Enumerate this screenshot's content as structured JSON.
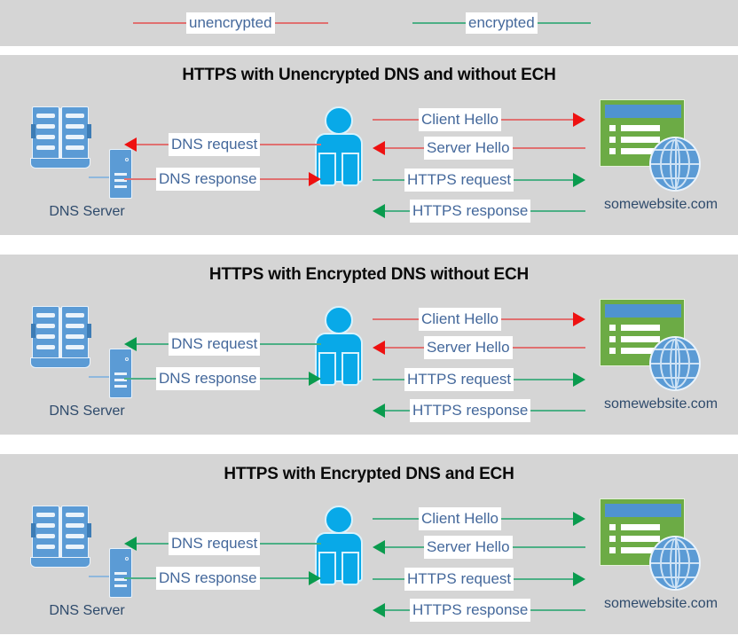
{
  "colors": {
    "page_bg": "#ffffff",
    "panel_bg": "#d5d5d5",
    "unencrypted_line": "#e07070",
    "unencrypted_head": "#ee1111",
    "encrypted_line": "#4caf85",
    "encrypted_head": "#0a9b4e",
    "label_text": "#44689b",
    "caption_text": "#2e4a6b",
    "title_text": "#0a0a0a",
    "person_blue": "#08a9e8",
    "icon_blue": "#5b9bd5",
    "site_green": "#6cab45",
    "site_bar_blue": "#4f93d0"
  },
  "legend": {
    "items": [
      {
        "label": "unencrypted",
        "type": "unencrypted"
      },
      {
        "label": "encrypted",
        "type": "encrypted"
      }
    ]
  },
  "nodes": {
    "dns_server_caption": "DNS Server",
    "website_caption": "somewebsite.com",
    "user_icon": "person-icon",
    "dns_icon": "book-and-server-icon",
    "website_icon": "browser-window-globe-icon"
  },
  "panels": [
    {
      "id": "panel-1",
      "title": "HTTPS with Unencrypted DNS and without ECH",
      "dns_flows": [
        {
          "label": "DNS request",
          "direction": "left",
          "type": "unencrypted"
        },
        {
          "label": "DNS response",
          "direction": "right",
          "type": "unencrypted"
        }
      ],
      "web_flows": [
        {
          "label": "Client Hello",
          "direction": "right",
          "type": "unencrypted"
        },
        {
          "label": "Server Hello",
          "direction": "left",
          "type": "unencrypted"
        },
        {
          "label": "HTTPS request",
          "direction": "right",
          "type": "encrypted"
        },
        {
          "label": "HTTPS response",
          "direction": "left",
          "type": "encrypted"
        }
      ]
    },
    {
      "id": "panel-2",
      "title": "HTTPS with Encrypted DNS without ECH",
      "dns_flows": [
        {
          "label": "DNS request",
          "direction": "left",
          "type": "encrypted"
        },
        {
          "label": "DNS response",
          "direction": "right",
          "type": "encrypted"
        }
      ],
      "web_flows": [
        {
          "label": "Client Hello",
          "direction": "right",
          "type": "unencrypted"
        },
        {
          "label": "Server Hello",
          "direction": "left",
          "type": "unencrypted"
        },
        {
          "label": "HTTPS request",
          "direction": "right",
          "type": "encrypted"
        },
        {
          "label": "HTTPS response",
          "direction": "left",
          "type": "encrypted"
        }
      ]
    },
    {
      "id": "panel-3",
      "title": "HTTPS with Encrypted DNS and ECH",
      "dns_flows": [
        {
          "label": "DNS request",
          "direction": "left",
          "type": "encrypted"
        },
        {
          "label": "DNS response",
          "direction": "right",
          "type": "encrypted"
        }
      ],
      "web_flows": [
        {
          "label": "Client Hello",
          "direction": "right",
          "type": "encrypted"
        },
        {
          "label": "Server Hello",
          "direction": "left",
          "type": "encrypted"
        },
        {
          "label": "HTTPS request",
          "direction": "right",
          "type": "encrypted"
        },
        {
          "label": "HTTPS response",
          "direction": "left",
          "type": "encrypted"
        }
      ]
    }
  ]
}
